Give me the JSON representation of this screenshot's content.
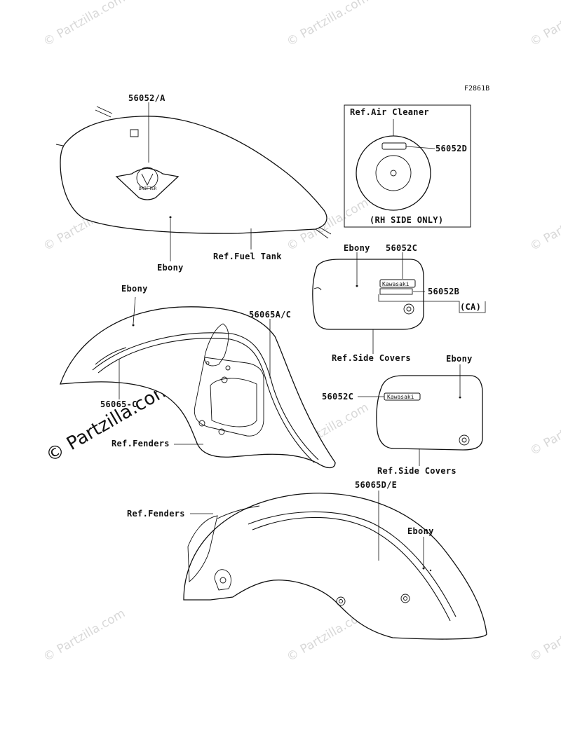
{
  "figure_code": "F2861B",
  "labels": {
    "tank_emblem": "56052/A",
    "tank_color": "Ebony",
    "fuel_tank_ref": "Ref.Fuel Tank",
    "air_cleaner_ref": "Ref.Air Cleaner",
    "air_cleaner_emblem": "56052D",
    "rh_side_only": "(RH SIDE ONLY)",
    "side_cover_color_top": "Ebony",
    "side_cover_emblem_top": "56052C",
    "side_cover_decal_ca": "56052B",
    "ca_note": "(CA)",
    "side_covers_ref_top": "Ref.Side Covers",
    "front_fender_color": "Ebony",
    "front_fender_stripe_ac": "56065A/C",
    "front_fender_stripe_left": "56065-C",
    "front_fenders_ref": "Ref.Fenders",
    "side_cover_color_bottom": "Ebony",
    "side_cover_emblem_bottom": "56052C",
    "side_covers_ref_bottom": "Ref.Side Covers",
    "rear_fender_stripe": "56065D/E",
    "rear_fender_color": "Ebony",
    "rear_fenders_ref": "Ref.Fenders"
  },
  "emblem_text": {
    "kawasaki": "Kawasaki",
    "drifter": "DRIFTER"
  },
  "watermark": {
    "text": "© Partzilla.com",
    "big_text": "© Partzilla.com"
  }
}
